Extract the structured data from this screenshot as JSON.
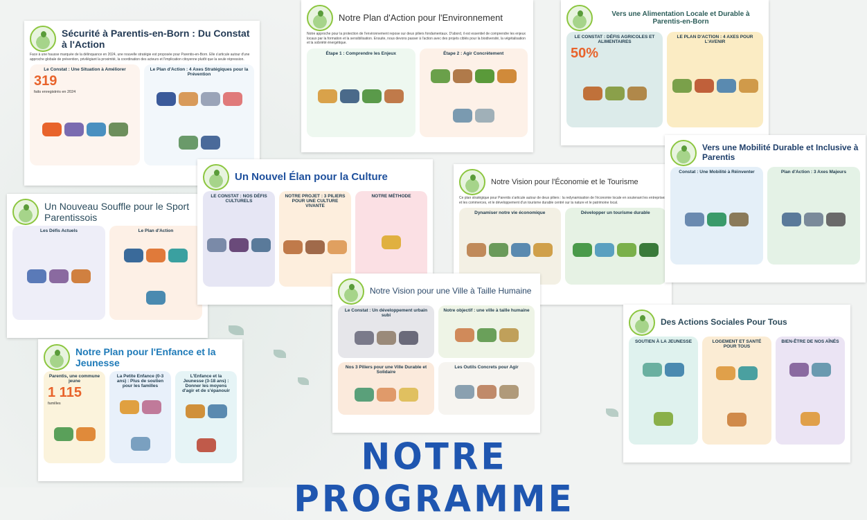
{
  "page_title": "NOTRE PROGRAMME",
  "cards": [
    {
      "id": "securite",
      "title": "Sécurité à Parentis-en-Born : Du Constat à l'Action",
      "intro": "Face à une hausse marquée de la délinquance en 2024, une nouvelle stratégie est proposée pour Parentis-en-Born. Elle s'articule autour d'une approche globale de prévention, privilégiant la proximité, la coordination des acteurs et l'implication citoyenne plutôt que la seule répression.",
      "panels": [
        {
          "label": "Le Constat : Une Situation à Améliorer",
          "color": "#fdf4ee",
          "stat": "319",
          "stat_sub": "faits enregistrés en 2024",
          "blobs": [
            "#e8632b",
            "#7a6bb0",
            "#4a90c0",
            "#6d8f5c"
          ]
        },
        {
          "label": "Le Plan d'Action : 4 Axes Stratégiques pour la Prévention",
          "color": "#f2f7fb",
          "blobs": [
            "#3b5a9a",
            "#d89a5a",
            "#9aa4b8",
            "#e07a7a",
            "#6a9a6a",
            "#4a6a9a"
          ]
        }
      ]
    },
    {
      "id": "environnement",
      "title": "Notre Plan d'Action pour l'Environnement",
      "intro": "Notre approche pour la protection de l'environnement repose sur deux piliers fondamentaux. D'abord, il est essentiel de comprendre les enjeux locaux par la formation et la sensibilisation. Ensuite, nous devons passer à l'action avec des projets ciblés pour la biodiversité, la végétalisation et la sobriété énergétique.",
      "panels": [
        {
          "label": "Étape 1 : Comprendre les Enjeux",
          "color": "#eef8f0",
          "blobs": [
            "#d9a24a",
            "#4a6a8a",
            "#5a9a4a",
            "#c07a4a"
          ]
        },
        {
          "label": "Étape 2 : Agir Concrètement",
          "color": "#fdf1e8",
          "blobs": [
            "#6aa04a",
            "#b07a4a",
            "#5a9a3a",
            "#d08a3a",
            "#7a9ab0",
            "#a0b0b8"
          ]
        }
      ]
    },
    {
      "id": "alimentation",
      "title": "Vers une Alimentation Locale et Durable à Parentis-en-Born",
      "panels": [
        {
          "label": "LE CONSTAT : DÉFIS AGRICOLES ET ALIMENTAIRES",
          "color": "#dcebea",
          "stat": "50%",
          "blobs": [
            "#c0713a",
            "#8aa04a",
            "#b0884a"
          ]
        },
        {
          "label": "LE PLAN D'ACTION : 4 AXES POUR L'AVENIR",
          "color": "#fbecc4",
          "blobs": [
            "#7aa04a",
            "#c0603a",
            "#5a8ab0",
            "#d09a4a"
          ]
        }
      ]
    },
    {
      "id": "sport",
      "title": "Un Nouveau Souffle pour le Sport Parentissois",
      "panels": [
        {
          "label": "Les Défis Actuels",
          "color": "#eeeef8",
          "blobs": [
            "#5a7ab8",
            "#8a6aa0",
            "#d08040"
          ]
        },
        {
          "label": "Le Plan d'Action",
          "color": "#fdf0e6",
          "blobs": [
            "#3a6a9a",
            "#e07a3a",
            "#3aa0a0",
            "#4a8ab0"
          ]
        }
      ]
    },
    {
      "id": "culture",
      "title": "Un Nouvel Élan pour la Culture",
      "panels": [
        {
          "label": "LE CONSTAT : NOS DÉFIS CULTURELS",
          "color": "#e6e6f4",
          "blobs": [
            "#7a8aa8",
            "#6a4a7a",
            "#5a7a9a"
          ]
        },
        {
          "label": "NOTRE PROJET : 3 PILIERS POUR UNE CULTURE VIVANTE",
          "color": "#fdeedd",
          "blobs": [
            "#c07a4a",
            "#a06a4a",
            "#e0a060"
          ]
        },
        {
          "label": "NOTRE MÉTHODE",
          "color": "#fbe0e4",
          "blobs": [
            "#e0b040"
          ]
        }
      ]
    },
    {
      "id": "economie",
      "title": "Notre Vision pour l'Économie et le Tourisme",
      "intro": "Ce plan stratégique pour Parentis s'articule autour de deux piliers : la redynamisation de l'économie locale en soutenant les entreprises et les commerces, et le développement d'un tourisme durable centré sur la nature et le patrimoine local.",
      "panels": [
        {
          "label": "Dynamiser notre vie économique",
          "color": "#f3f0e4",
          "blobs": [
            "#c08a5a",
            "#6a9a5a",
            "#5a8ab0",
            "#d0a04a"
          ]
        },
        {
          "label": "Développer un tourisme durable",
          "color": "#e6f2e4",
          "blobs": [
            "#4a9a4a",
            "#5aa0c0",
            "#7ab04a",
            "#3a7a3a"
          ]
        }
      ]
    },
    {
      "id": "mobilite",
      "title": "Vers une Mobilité Durable et Inclusive à Parentis",
      "panels": [
        {
          "label": "Constat : Une Mobilité à Réinventer",
          "color": "#e4eff8",
          "blobs": [
            "#6a8ab0",
            "#3a9a6a",
            "#8a7a5a"
          ]
        },
        {
          "label": "Plan d'Action : 3 Axes Majeurs",
          "color": "#e4f2e6",
          "blobs": [
            "#5a7a9a",
            "#7a8a9a",
            "#6a6a6a"
          ]
        }
      ]
    },
    {
      "id": "enfance",
      "title": "Notre Plan pour l'Enfance et la Jeunesse",
      "panels": [
        {
          "label": "Parentis, une commune jeune",
          "color": "#fbf3dc",
          "stat": "1 115",
          "stat_sub": "familles",
          "blobs": [
            "#5aa05a",
            "#e08a3a"
          ]
        },
        {
          "label": "La Petite Enfance (0-3 ans) : Plus de soutien pour les familles",
          "color": "#e8f0fa",
          "blobs": [
            "#e0a040",
            "#c07a9a",
            "#7aa0c0"
          ]
        },
        {
          "label": "L'Enfance et la Jeunesse (3-18 ans) : Donner les moyens d'agir et de s'épanouir",
          "color": "#e6f4f6",
          "blobs": [
            "#d0903a",
            "#5a8ab0",
            "#c05a4a"
          ]
        }
      ]
    },
    {
      "id": "ville",
      "title": "Notre Vision pour une Ville à Taille Humaine",
      "panels": [
        {
          "label": "Le Constat : Un développement urbain subi",
          "color": "#e6e6ea",
          "blobs": [
            "#7a7a8a",
            "#9a8a7a",
            "#6a6a7a"
          ]
        },
        {
          "label": "Notre objectif : une ville à taille humaine",
          "color": "#eef4e6",
          "blobs": [
            "#d08a5a",
            "#6aa05a",
            "#c0a05a"
          ]
        },
        {
          "label": "Nos 3 Piliers pour une Ville Durable et Solidaire",
          "color": "#fbeadc",
          "blobs": [
            "#5aa07a",
            "#e09a6a",
            "#e0c060"
          ]
        },
        {
          "label": "Les Outils Concrets pour Agir",
          "color": "#f6f4f0",
          "blobs": [
            "#8aa0b0",
            "#c08a6a",
            "#b09a7a"
          ]
        }
      ]
    },
    {
      "id": "social",
      "title": "Des Actions Sociales Pour Tous",
      "panels": [
        {
          "label": "SOUTIEN À LA JEUNESSE",
          "color": "#dff2ee",
          "blobs": [
            "#6ab0a0",
            "#4a8ab0",
            "#8ab04a"
          ]
        },
        {
          "label": "LOGEMENT ET SANTÉ POUR TOUS",
          "color": "#fbecd4",
          "blobs": [
            "#e0a04a",
            "#4aa0a0",
            "#d08a4a"
          ]
        },
        {
          "label": "BIEN-ÊTRE DE NOS AÎNÉS",
          "color": "#ebe4f4",
          "blobs": [
            "#8a6aa0",
            "#6a9ab0",
            "#e0a04a"
          ]
        }
      ]
    }
  ]
}
